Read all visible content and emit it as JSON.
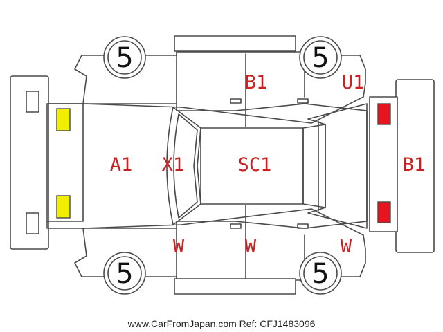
{
  "footer": {
    "website": "www.CarFromJapan.com",
    "reference": "Ref: CFJ1483096"
  },
  "tire_marks": [
    "5",
    "5",
    "5",
    "5"
  ],
  "damage_codes": {
    "front_bumper": "A1",
    "hood_frame": "X1",
    "roof": "SC1",
    "top_rear_door": "B1",
    "top_rear_fender": "U1",
    "rear_bumper": "B1",
    "bottom_front_door": "W",
    "bottom_rear_door": "W",
    "bottom_rear_fender": "W"
  },
  "colors": {
    "outline": "#4a4a4a",
    "code_text": "#cc1f1f",
    "front_lamp": "#f2ee00",
    "rear_lamp": "#e8141e"
  }
}
